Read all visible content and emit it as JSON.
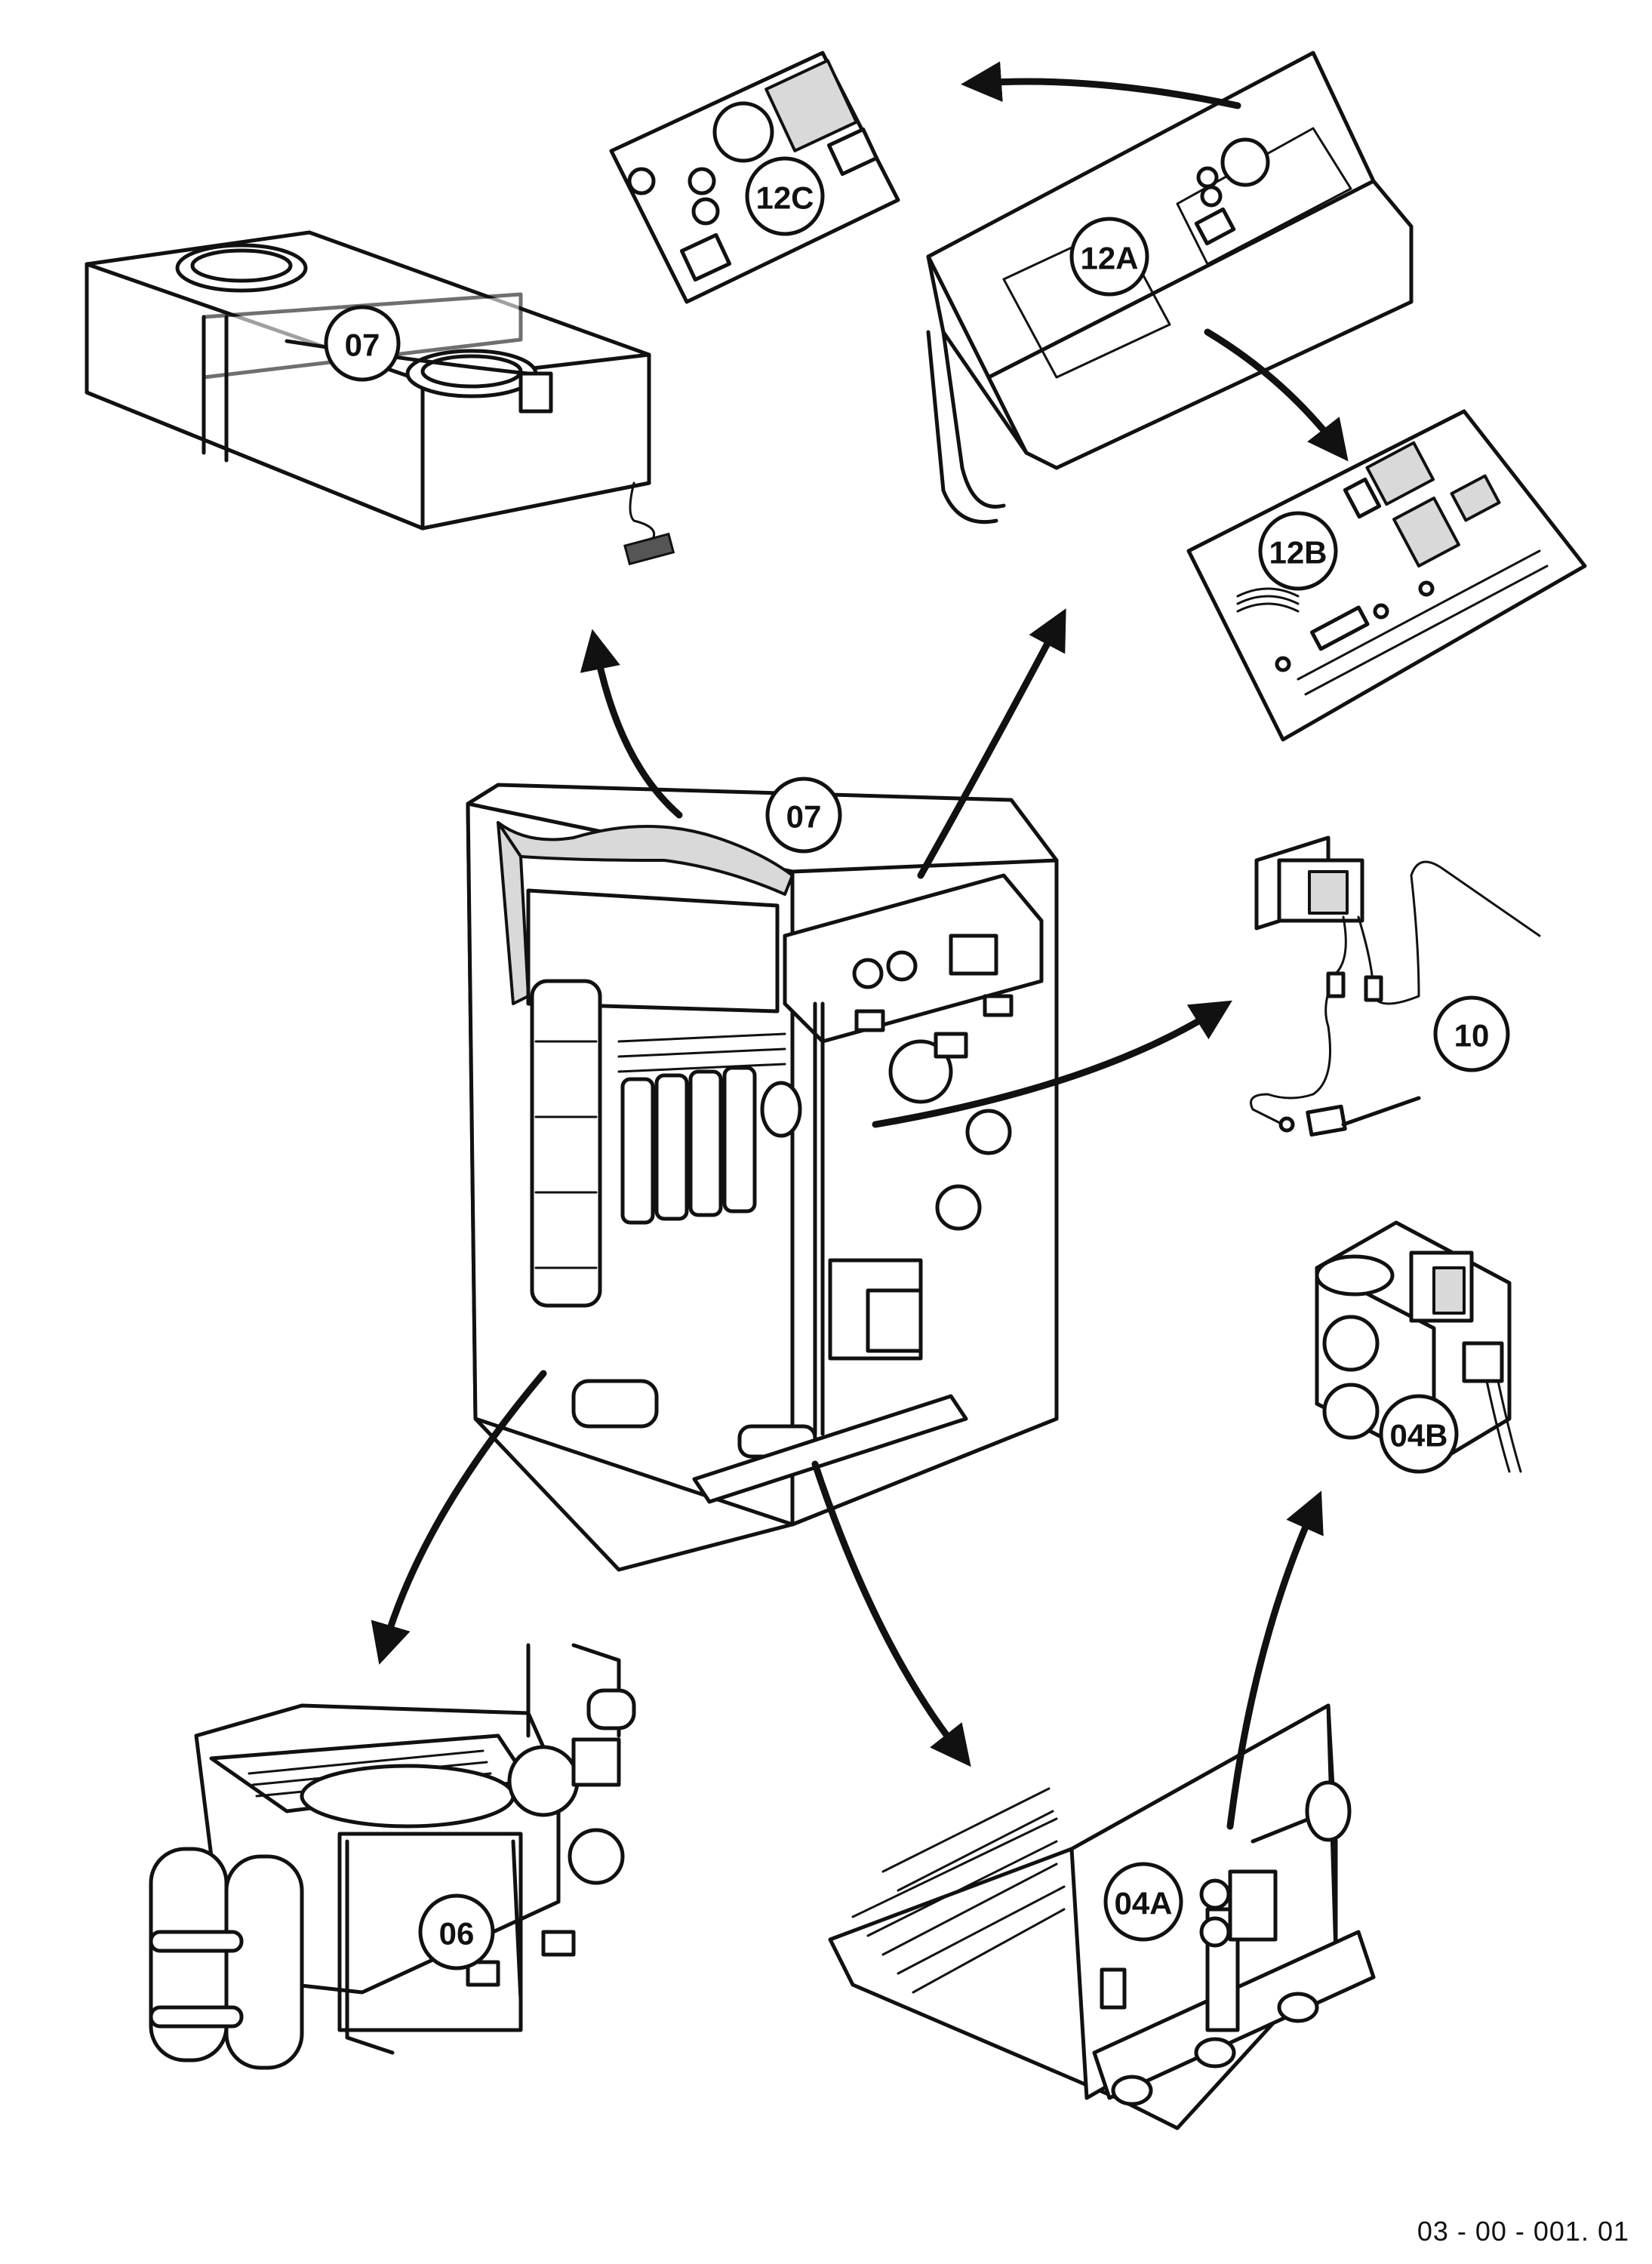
{
  "labels": {
    "air_box": "07",
    "casing": "07",
    "control_panel_cover": "12C",
    "control_panel": "12A",
    "circuit_board": "12B",
    "gas_valve_pilot": "10",
    "gas_valve": "04B",
    "heat_exchanger": "06",
    "burner_assembly": "04A"
  },
  "reference_code": "03 - 00 - 001. 01"
}
